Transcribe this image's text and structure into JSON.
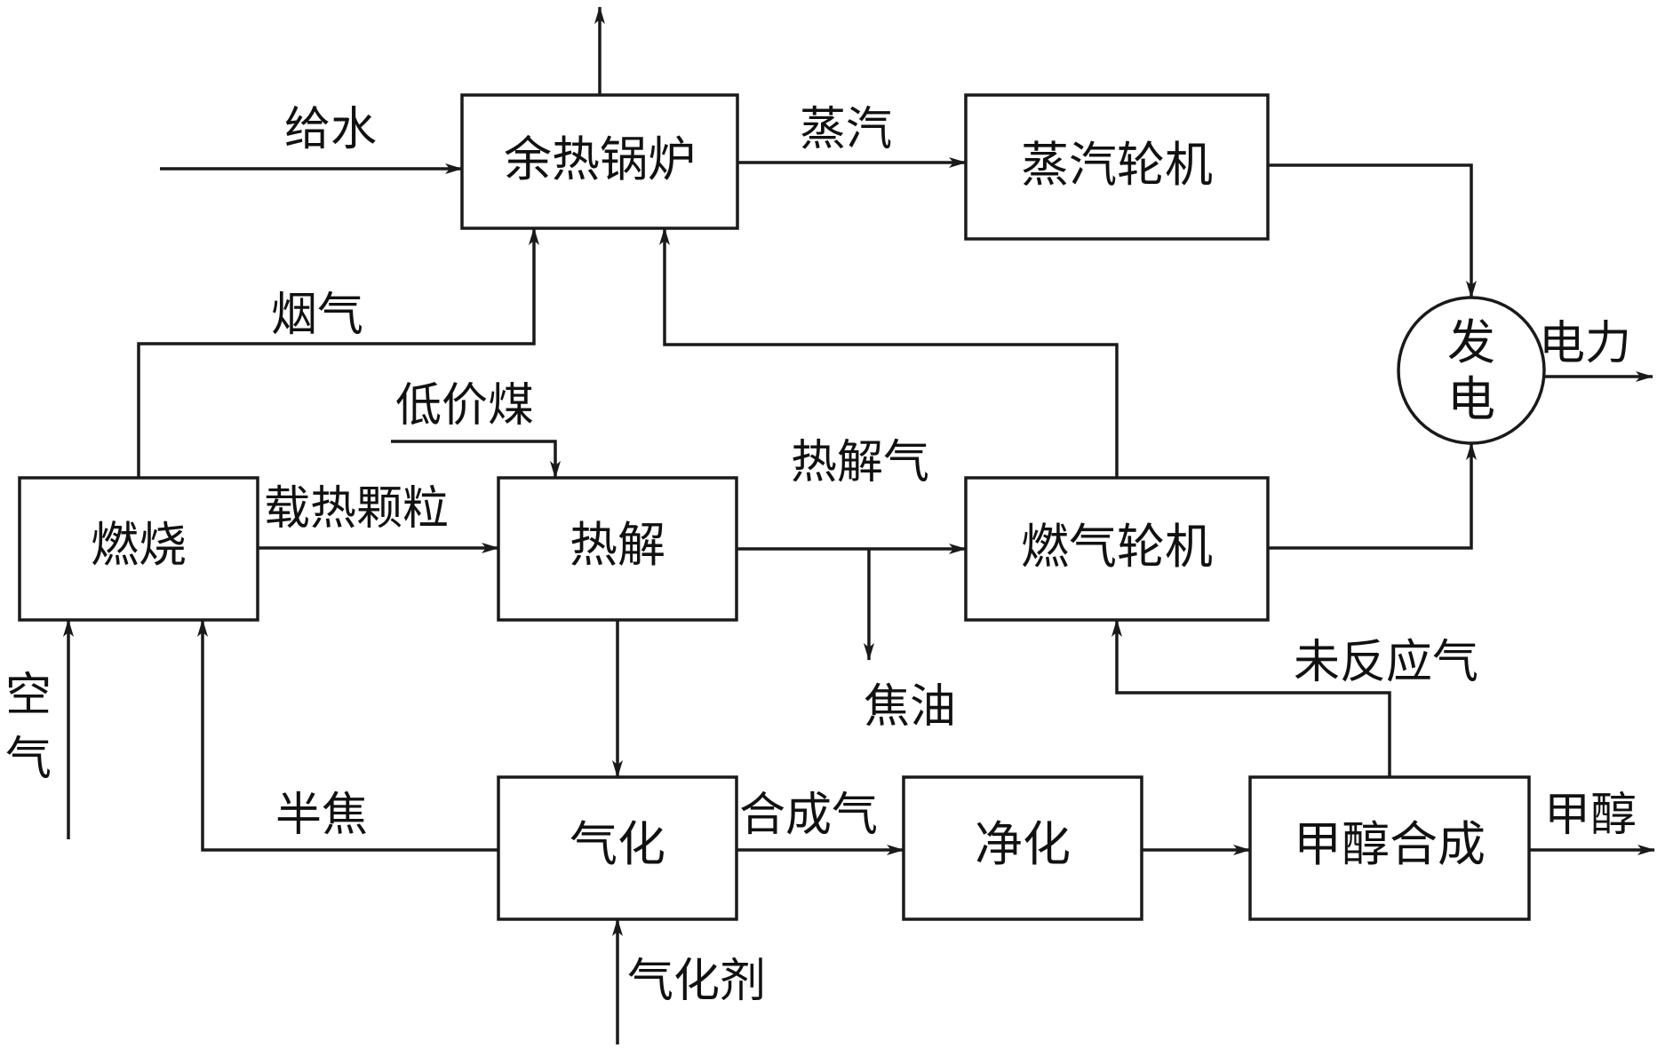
{
  "nodes": {
    "waste_heat_boiler": "余热锅炉",
    "steam_turbine": "蒸汽轮机",
    "combustion": "燃烧",
    "pyrolysis": "热解",
    "gas_turbine": "燃气轮机",
    "gasification": "气化",
    "purification": "净化",
    "methanol_synthesis": "甲醇合成",
    "generator_top": "发",
    "generator_bottom": "电"
  },
  "edge_labels": {
    "feed_water": "给水",
    "steam": "蒸汽",
    "flue_gas": "烟气",
    "low_rank_coal": "低价煤",
    "heat_carrier_particles": "载热颗粒",
    "pyrolysis_gas": "热解气",
    "electricity": "电力",
    "air_1": "空",
    "air_2": "气",
    "tar": "焦油",
    "unreacted_gas": "未反应气",
    "semi_coke": "半焦",
    "syngas": "合成气",
    "methanol": "甲醇",
    "gasifying_agent": "气化剂"
  },
  "colors": {
    "stroke": "#1a1a1a",
    "text": "#111111",
    "background": "#ffffff"
  }
}
